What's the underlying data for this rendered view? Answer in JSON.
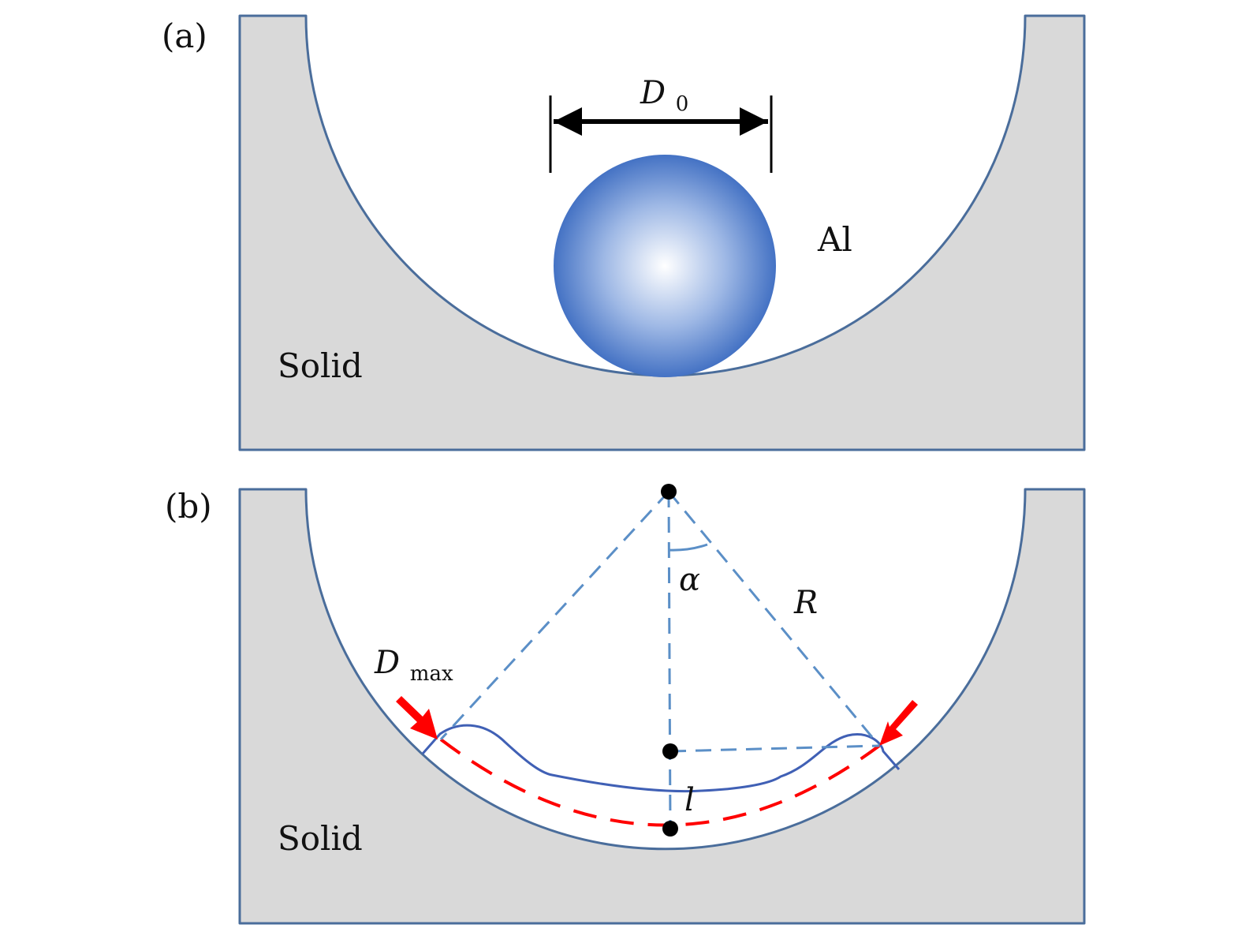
{
  "panel_a": {
    "label": "(a)",
    "solid_label": "Solid",
    "particle_label": "Al",
    "diameter_label": "D",
    "diameter_subscript": "0"
  },
  "panel_b": {
    "label": "(b)",
    "solid_label": "Solid",
    "angle_label": "α",
    "radius_label": "R",
    "length_label": "l",
    "max_diameter_label": "D",
    "max_diameter_subscript": "max"
  },
  "colors": {
    "solid_fill": "#d9d9d9",
    "outline": "#4a6d9b",
    "dashed_line": "#5b8fc7",
    "splat_line": "#4060b5",
    "red_accent": "#ff0000",
    "black": "#000000",
    "sphere_light": "#ffffff",
    "sphere_dark": "#4472c4"
  }
}
